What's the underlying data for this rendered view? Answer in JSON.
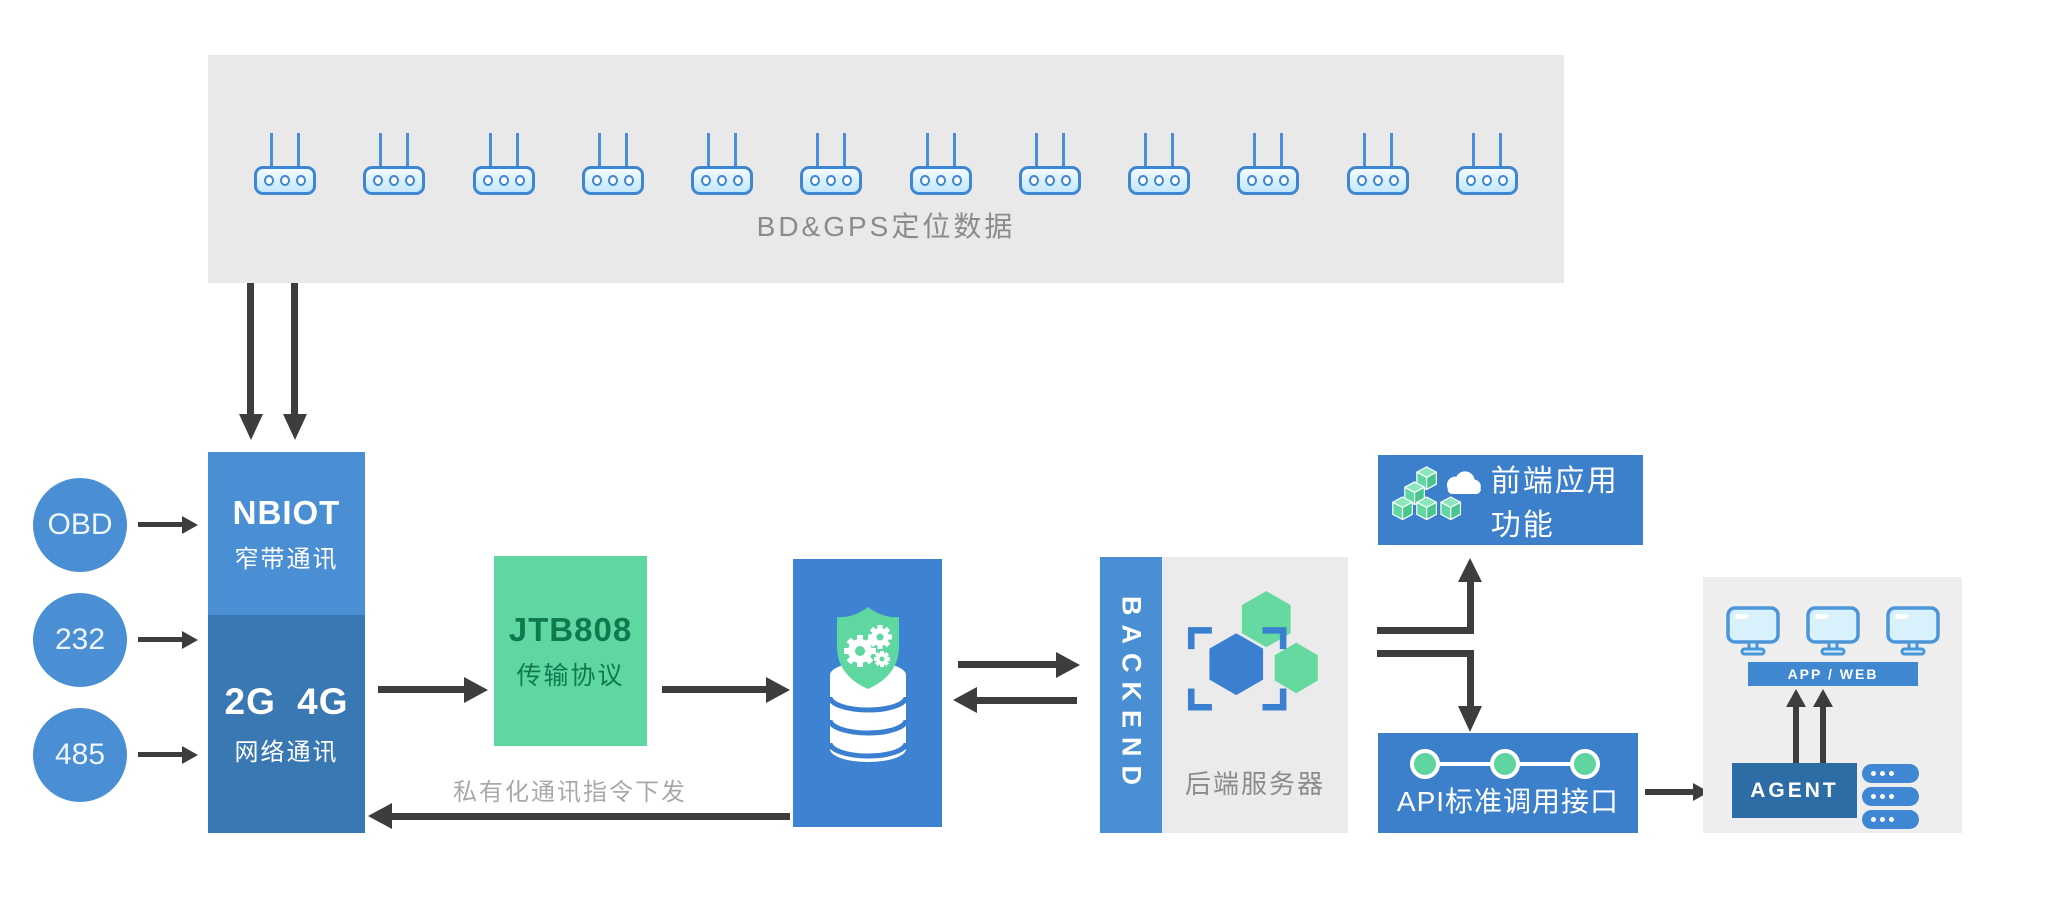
{
  "palette": {
    "panel_gray": "#e9e9e9",
    "primary_blue": "#4a8fd4",
    "mid_blue": "#3c80cc",
    "dark_blue": "#3a78b4",
    "agent_blue": "#2e6ca6",
    "green": "#5fd7a0",
    "green_text": "#0e7a50",
    "arrow_gray": "#3d3d3d",
    "caption_gray": "#8b8b8b"
  },
  "icons": {
    "device": "wifi-router-icon",
    "datastore": "shield-gears-database-icon",
    "backend": "hexagon-cluster-icon",
    "frontend": "cubes-cloud-icon",
    "api": "timeline-nodes-icon",
    "monitor": "desktop-monitor-icon",
    "server": "server-rack-icon"
  },
  "top_panel": {
    "caption": "BD&GPS定位数据",
    "device_count": 12
  },
  "peripherals": [
    {
      "label": "OBD"
    },
    {
      "label": "232"
    },
    {
      "label": "485"
    }
  ],
  "gateway": {
    "nb_title": "NBIOT",
    "nb_subtitle": "窄带通讯",
    "cell_title": "2G 4G",
    "cell_subtitle": "网络通讯"
  },
  "protocol": {
    "title": "JTB808",
    "subtitle": "传输协议"
  },
  "downlink": {
    "label": "私有化通讯指令下发"
  },
  "backend": {
    "vertical_label": "BACKEND",
    "caption": "后端服务器"
  },
  "frontend": {
    "label": "前端应用功能"
  },
  "api": {
    "label": "API标准调用接口",
    "node_count": 3
  },
  "client": {
    "monitor_count": 3,
    "bar_label": "APP / WEB",
    "agent_label": "AGENT",
    "server_count": 3
  }
}
